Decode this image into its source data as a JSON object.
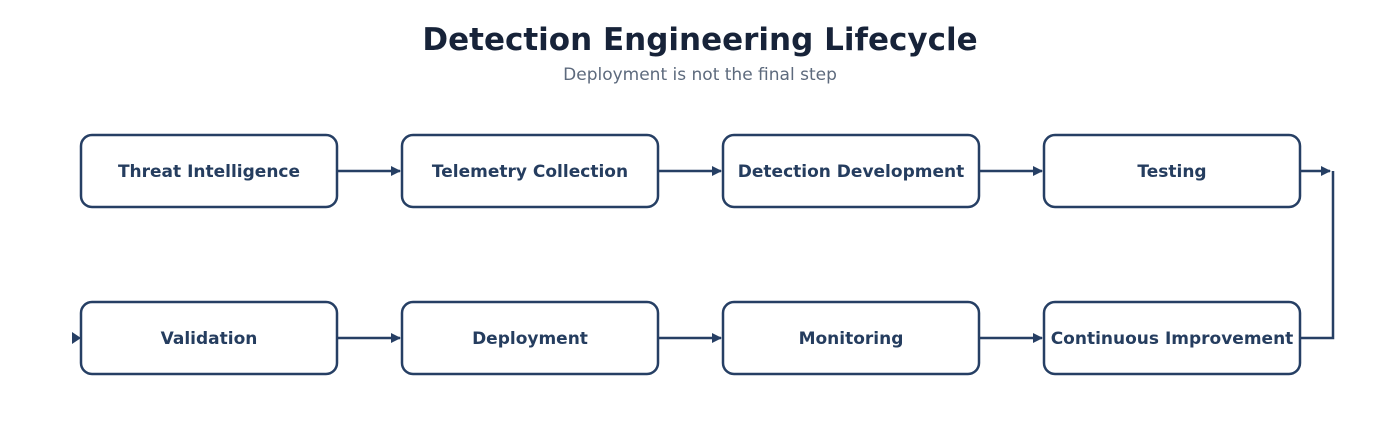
{
  "title": "Detection Engineering Lifecycle",
  "subtitle": "Deployment is not the final step",
  "colors": {
    "stroke": "#263f64",
    "text": "#253d5f",
    "title": "#172339",
    "subtitle": "#5d6a7d",
    "background": "#ffffff"
  },
  "steps": [
    "Threat Intelligence",
    "Telemetry Collection",
    "Detection Development",
    "Testing",
    "Continuous Improvement",
    "Monitoring",
    "Deployment",
    "Validation"
  ],
  "connections": [
    [
      "Threat Intelligence",
      "Telemetry Collection"
    ],
    [
      "Telemetry Collection",
      "Detection Development"
    ],
    [
      "Detection Development",
      "Testing"
    ],
    [
      "Testing",
      "Continuous Improvement"
    ],
    [
      "Validation",
      "Deployment"
    ],
    [
      "Deployment",
      "Monitoring"
    ],
    [
      "Monitoring",
      "Continuous Improvement"
    ]
  ]
}
